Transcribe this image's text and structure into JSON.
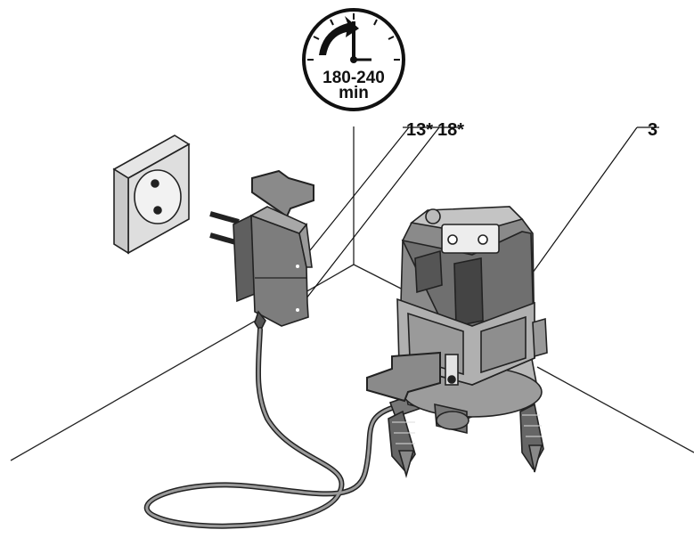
{
  "clock": {
    "duration": "180-240",
    "unit": "min"
  },
  "callouts": {
    "indicator_a": "13*",
    "indicator_b": "18*",
    "charge_socket": "3"
  },
  "icons": [
    "clock-icon",
    "insert-arrow-icon",
    "wall-socket-icon",
    "charger-icon",
    "laser-level-icon"
  ],
  "colors": {
    "ink": "#111111",
    "device_dark": "#6e6e6e",
    "device_mid": "#8d8d8d",
    "device_light": "#bdbdbd",
    "arrow_fill": "#8a8a8a"
  }
}
